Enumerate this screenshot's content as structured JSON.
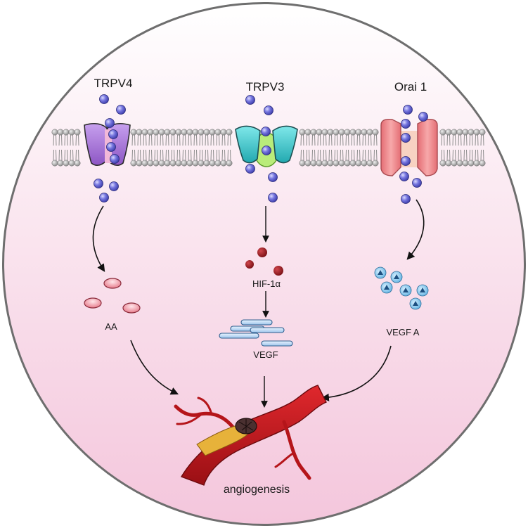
{
  "channels": [
    {
      "name": "TRPV4"
    },
    {
      "name": "TRPV3"
    },
    {
      "name": "Orai 1"
    }
  ],
  "mediators": {
    "aa": "AA",
    "hif": "HIF-1α",
    "vegf": "VEGF",
    "vegf_a": "VEGF A"
  },
  "outcome": "angiogenesis",
  "colors": {
    "background_top": "#ffffff",
    "background_bottom": "#f4c6dc",
    "trpv4_channel": "#b07ad6",
    "trpv3_channel": "#4fd3d6",
    "orai1_channel": "#f08a8e",
    "calcium_ion": "#6f6fd6",
    "hif_dot": "#9a1c22",
    "aa_ellipse": "#f08a98",
    "vegf_bar": "#bcd7f2",
    "vegf_a_dot": "#7ec3e8",
    "vessel": "#c0171c"
  }
}
